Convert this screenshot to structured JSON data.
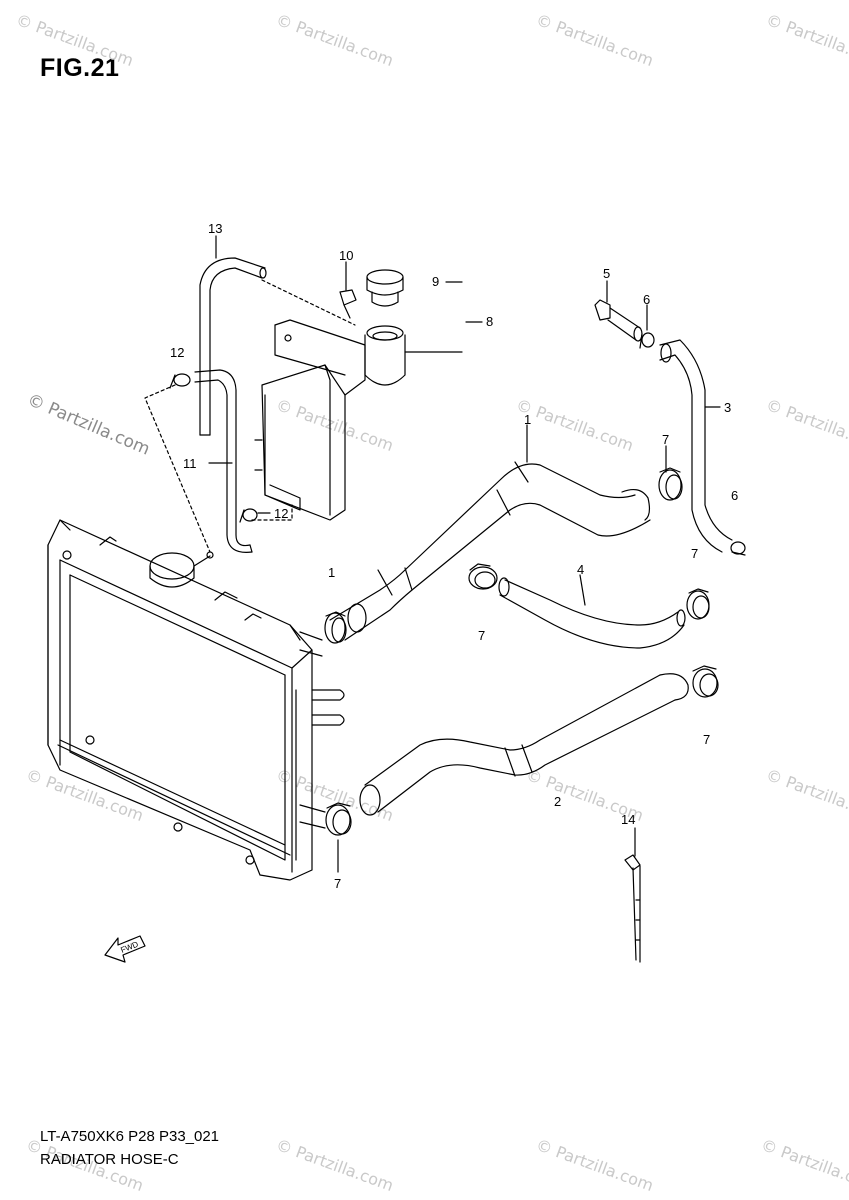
{
  "figure": {
    "title": "FIG.21",
    "code": "LT-A750XK6 P28 P33_021",
    "name": "RADIATOR HOSE-C"
  },
  "watermark": {
    "text": "© Partzilla.com"
  },
  "callouts": [
    {
      "id": "c13",
      "text": "13"
    },
    {
      "id": "c10",
      "text": "10"
    },
    {
      "id": "c9",
      "text": "9"
    },
    {
      "id": "c8",
      "text": "8"
    },
    {
      "id": "c5",
      "text": "5"
    },
    {
      "id": "c6a",
      "text": "6"
    },
    {
      "id": "c12a",
      "text": "12"
    },
    {
      "id": "c3",
      "text": "3"
    },
    {
      "id": "c1a",
      "text": "1"
    },
    {
      "id": "c7a",
      "text": "7"
    },
    {
      "id": "c11",
      "text": "11"
    },
    {
      "id": "c12b",
      "text": "12"
    },
    {
      "id": "c6b",
      "text": "6"
    },
    {
      "id": "c7b",
      "text": "7"
    },
    {
      "id": "c1b",
      "text": "1"
    },
    {
      "id": "c4",
      "text": "4"
    },
    {
      "id": "c7c",
      "text": "7"
    },
    {
      "id": "c7d",
      "text": "7"
    },
    {
      "id": "c2",
      "text": "2"
    },
    {
      "id": "c14",
      "text": "14"
    },
    {
      "id": "c7e",
      "text": "7"
    }
  ],
  "fwd_label": "FWD",
  "colors": {
    "line": "#000000",
    "watermark": "#c9c9c9",
    "background": "#ffffff"
  }
}
